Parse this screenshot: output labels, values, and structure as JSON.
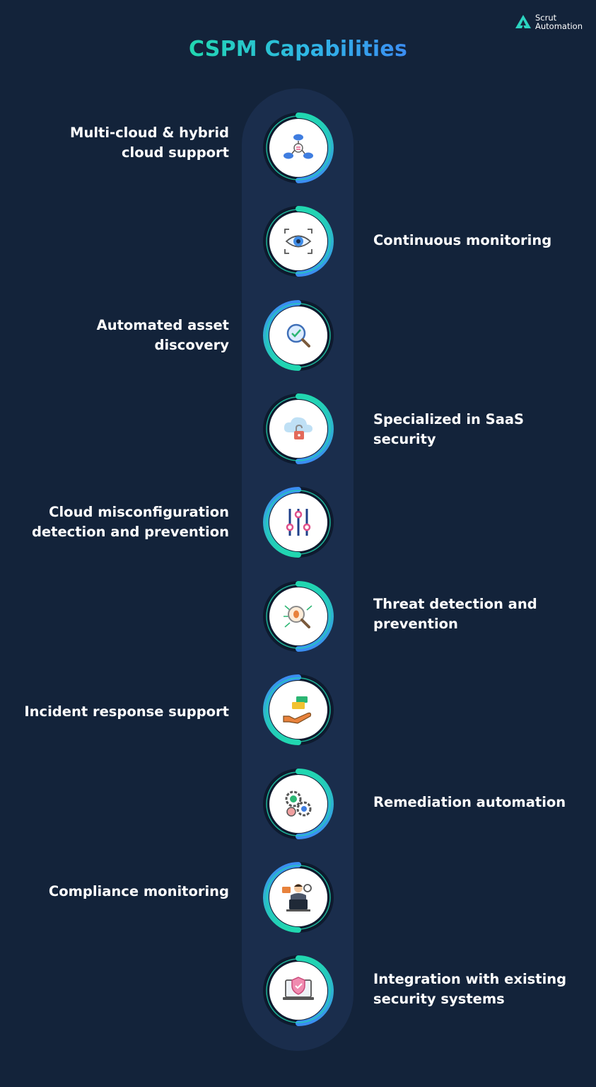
{
  "brand": {
    "line1": "Scrut",
    "line2": "Automation",
    "mark_color": "#2bd4c0"
  },
  "title": "CSPM Capabilities",
  "colors": {
    "background": "#13233a",
    "spine": "#1a2d4c",
    "ring_dark": "#0e1a2e",
    "accent_teal": "#21d7b0",
    "accent_blue": "#3b8df2"
  },
  "capabilities": [
    {
      "label": "Multi-cloud & hybrid cloud support",
      "side": "left",
      "icon": "cloud-network-icon"
    },
    {
      "label": "Continuous monitoring",
      "side": "right",
      "icon": "eye-scan-icon"
    },
    {
      "label": "Automated asset discovery",
      "side": "left",
      "icon": "magnifier-check-icon"
    },
    {
      "label": "Specialized in SaaS security",
      "side": "right",
      "icon": "cloud-lock-icon"
    },
    {
      "label": "Cloud misconfiguration detection and prevention",
      "side": "left",
      "icon": "sliders-icon"
    },
    {
      "label": "Threat detection and prevention",
      "side": "right",
      "icon": "bug-search-icon"
    },
    {
      "label": "Incident response support",
      "side": "left",
      "icon": "hand-support-icon"
    },
    {
      "label": "Remediation automation",
      "side": "right",
      "icon": "gears-icon"
    },
    {
      "label": "Compliance monitoring",
      "side": "left",
      "icon": "auditor-laptop-icon"
    },
    {
      "label": "Integration with existing security systems",
      "side": "right",
      "icon": "shield-laptop-icon"
    }
  ]
}
